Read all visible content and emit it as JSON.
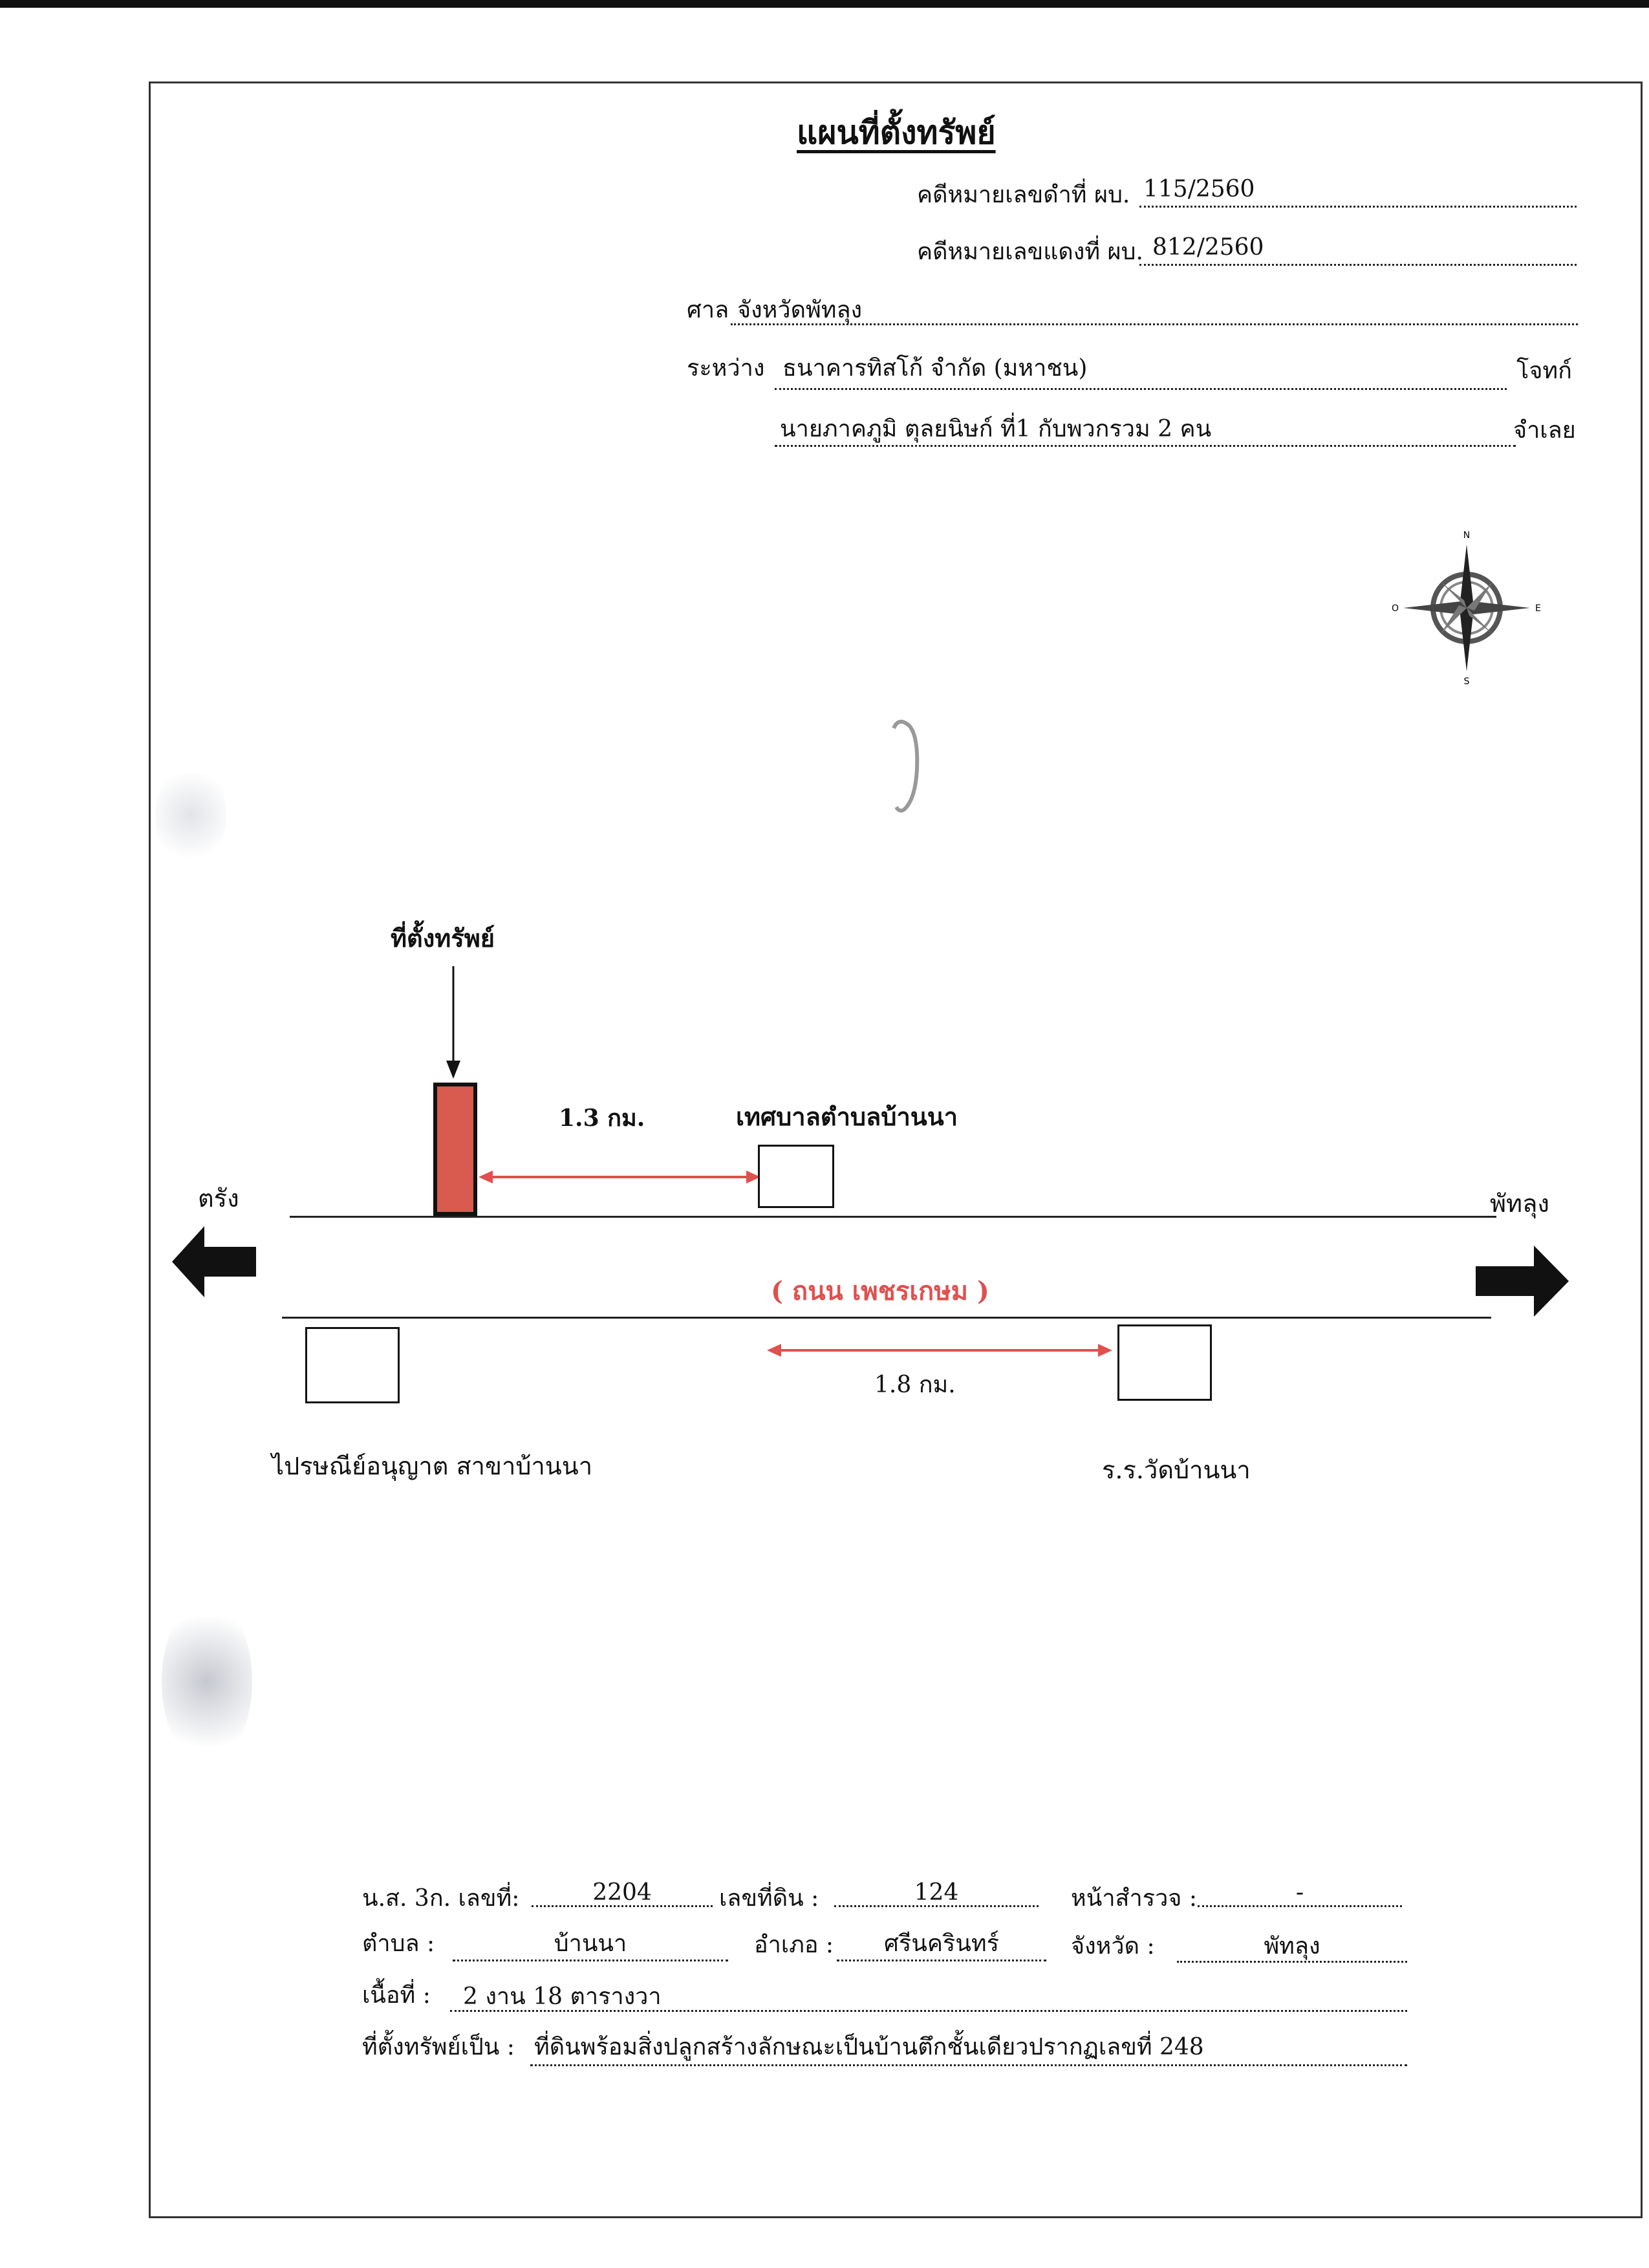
{
  "header": {
    "title": "แผนที่ตั้งทรัพย์",
    "black_case_label": "คดีหมายเลขดำที่ ผบ.",
    "black_case_no": "115/2560",
    "red_case_label": "คดีหมายเลขแดงที่ ผบ.",
    "red_case_no": "812/2560",
    "court_label": "ศาล",
    "court_value": "จังหวัดพัทลุง",
    "between_label": "ระหว่าง",
    "plaintiff_value": "ธนาคารทิสโก้ จำกัด (มหาชน)",
    "plaintiff_label": "โจทก์",
    "defendant_value": "นายภาคภูมิ ตุลยนิษก์ ที่1 กับพวกรวม 2 คน",
    "defendant_label": "จำเลย"
  },
  "compass": {
    "n": "N",
    "s": "S",
    "e": "E",
    "w": "O"
  },
  "map": {
    "property_label": "ที่ตั้งทรัพย์",
    "distance_1": "1.3 กม.",
    "municipality_label": "เทศบาลตำบลบ้านนา",
    "left_direction": "ตรัง",
    "right_direction": "พัทลุง",
    "road_name": "( ถนน เพชรเกษม )",
    "distance_2": "1.8  กม.",
    "post_office_label": "ไปรษณีย์อนุญาต สาขาบ้านนา",
    "school_label": "ร.ร.วัดบ้านนา",
    "accent_color": "#e0504e",
    "property_color": "#d95a4e"
  },
  "details": {
    "deed_label": "น.ส. 3ก. เลขที่:",
    "deed_no": "2204",
    "land_no_label": "เลขที่ดิน :",
    "land_no": "124",
    "survey_page_label": "หน้าสำรวจ :",
    "survey_page": "-",
    "subdistrict_label": "ตำบล :",
    "subdistrict": "บ้านนา",
    "district_label": "อำเภอ :",
    "district": "ศรีนครินทร์",
    "province_label": "จังหวัด :",
    "province": "พัทลุง",
    "area_label": "เนื้อที่ :",
    "area": "2 งาน 18 ตารางวา",
    "property_type_label": "ที่ตั้งทรัพย์เป็น :",
    "property_type": "ที่ดินพร้อมสิ่งปลูกสร้างลักษณะเป็นบ้านตึกชั้นเดียวปรากฏเลขที่ 248"
  }
}
